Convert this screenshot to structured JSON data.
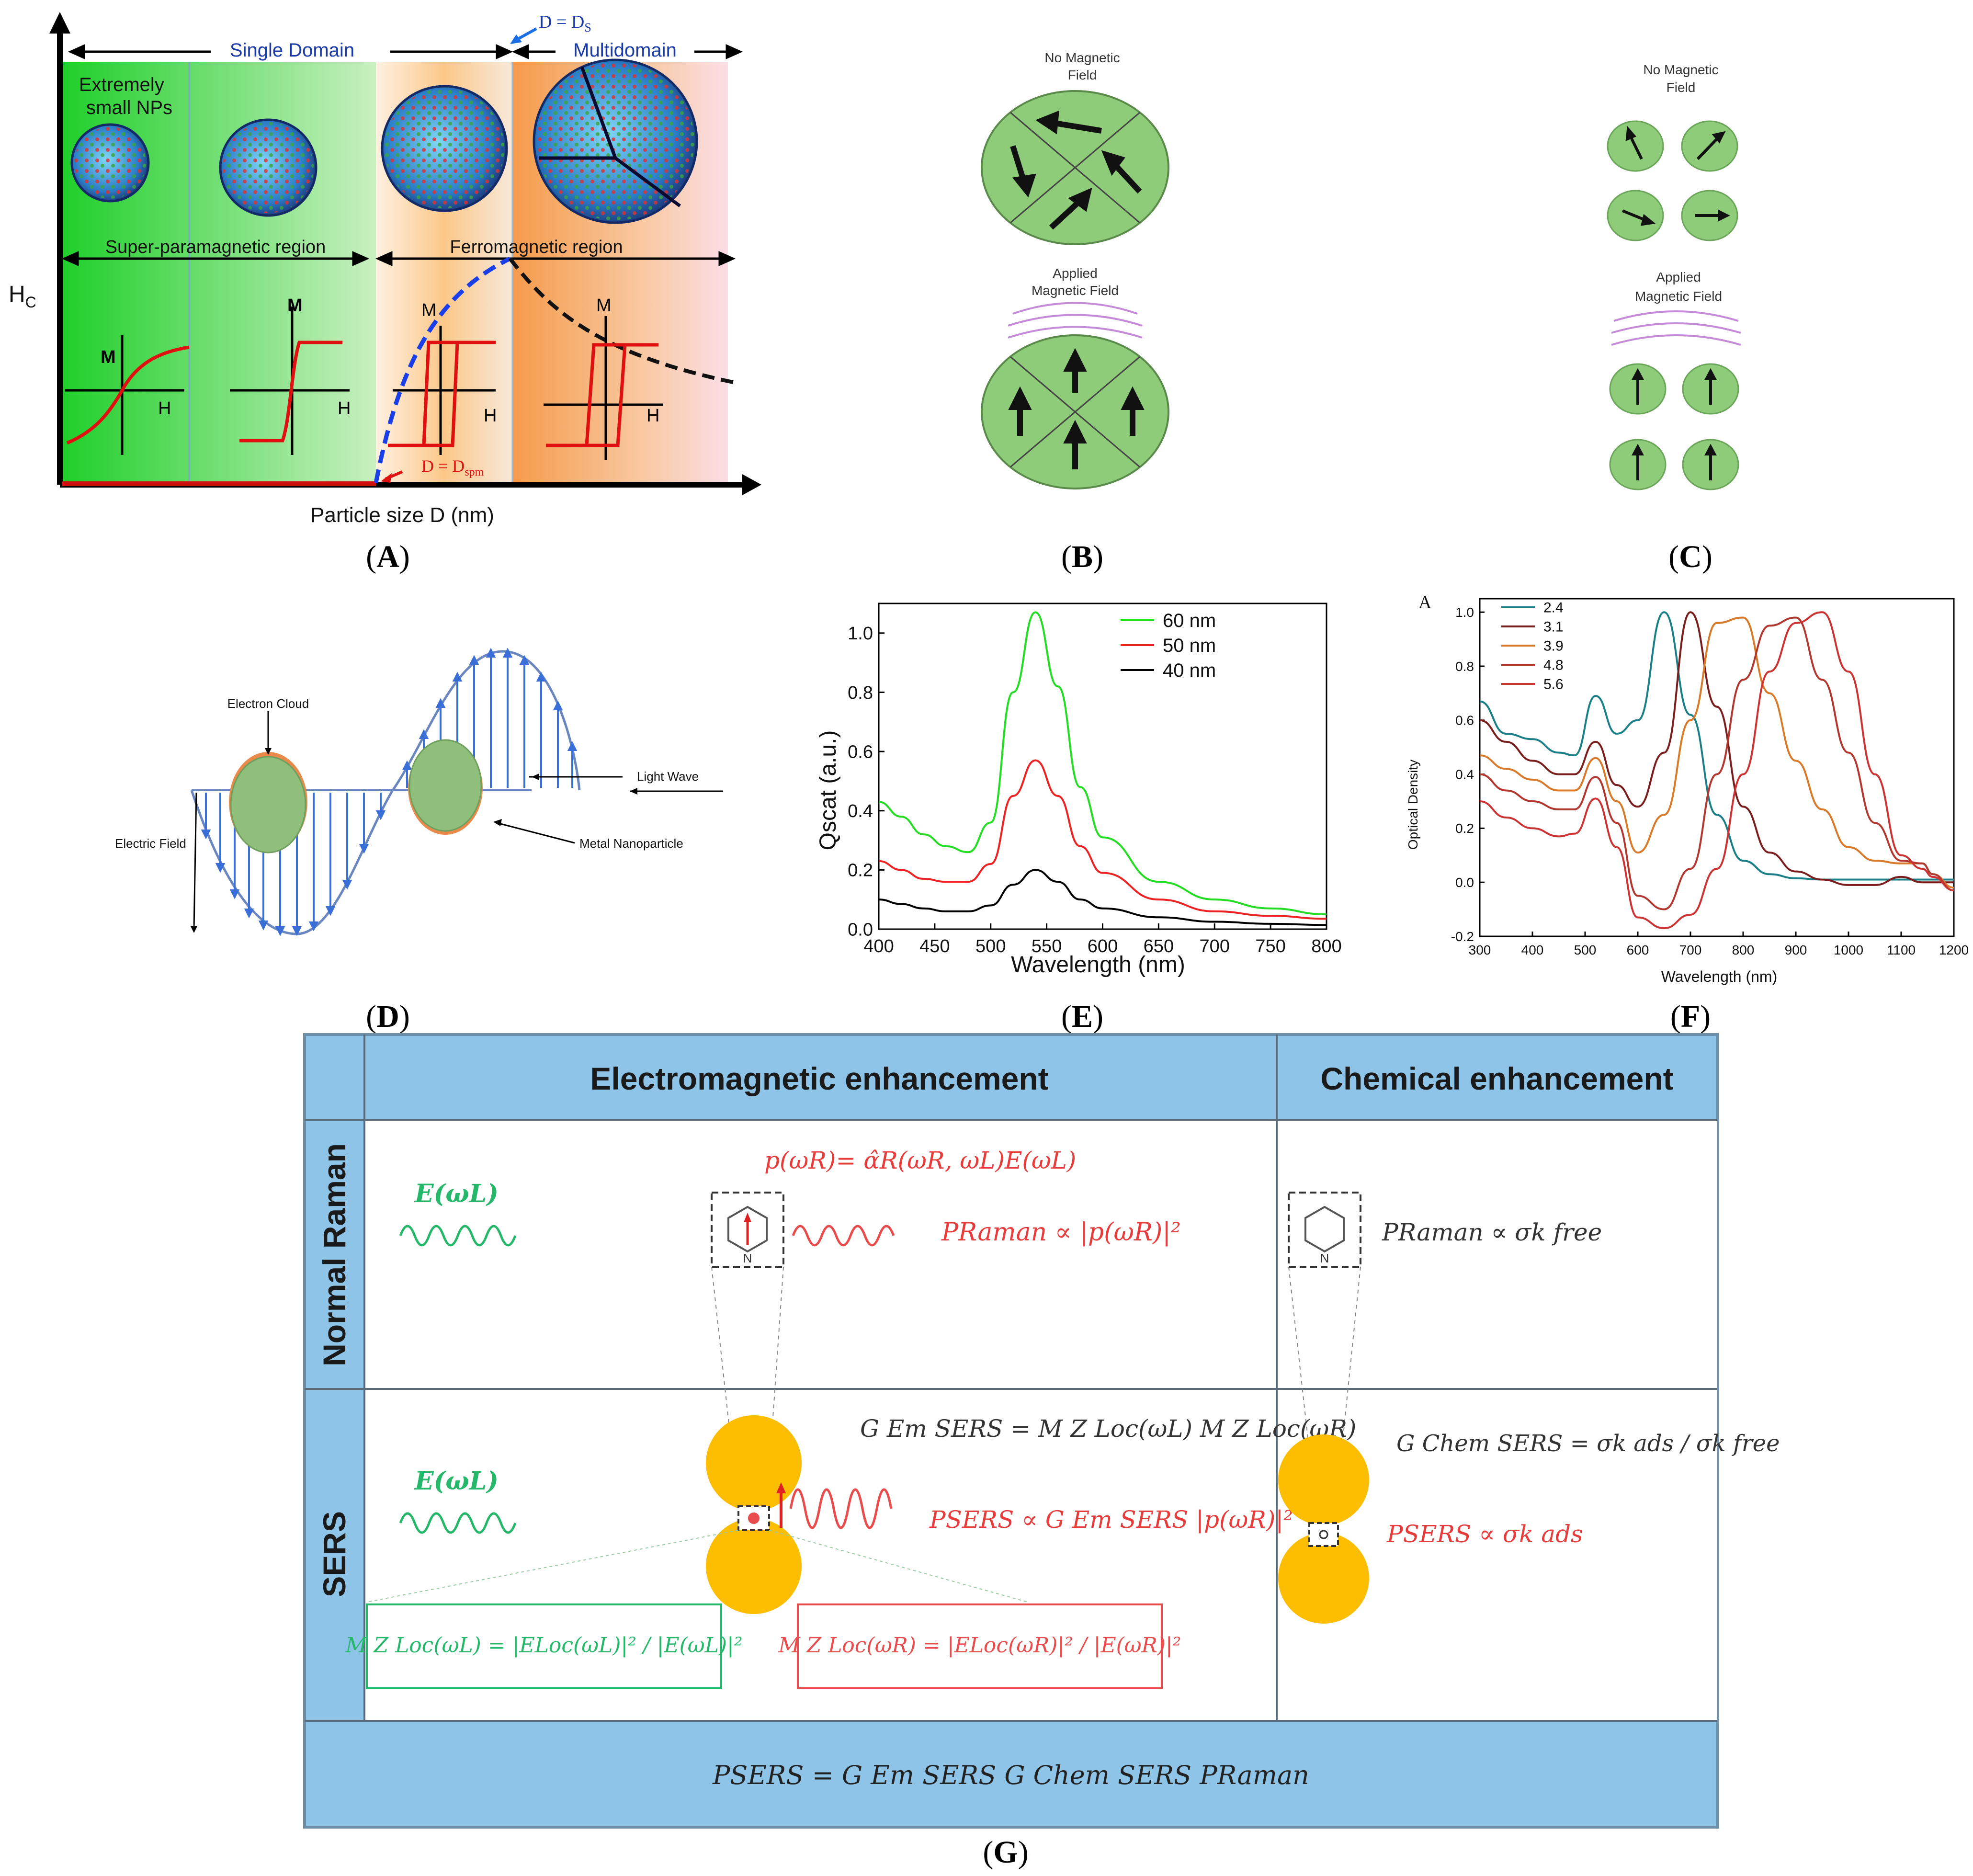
{
  "panel_a": {
    "label": "A",
    "yaxis_label": "H",
    "yaxis_sub": "C",
    "xaxis_label": "Particle size D (nm)",
    "single_domain": "Single Domain",
    "multidomain": "Multidomain",
    "ds_label": "D = D",
    "ds_sub": "S",
    "dspm_label": "D = D",
    "dspm_sub": "spm",
    "extremely_small_1": "Extremely",
    "extremely_small_2": "small NPs",
    "superpara_region": "Super-paramagnetic region",
    "ferro_region": "Ferromagnetic region",
    "axis_m": "M",
    "axis_h": "H"
  },
  "panel_b": {
    "label": "B",
    "no_field_1": "No Magnetic",
    "no_field_2": "Field",
    "applied_1": "Applied",
    "applied_2": "Magnetic Field"
  },
  "panel_c": {
    "label": "C",
    "no_field_1": "No Magnetic",
    "no_field_2": "Field",
    "applied_1": "Applied",
    "applied_2": "Magnetic Field"
  },
  "panel_d": {
    "label": "D",
    "electron_cloud": "Electron Cloud",
    "light_wave": "Light Wave",
    "electric_field": "Electric Field",
    "metal_np": "Metal Nanoparticle"
  },
  "panel_e": {
    "label": "E",
    "chart_data": {
      "type": "line",
      "xlabel": "Wavelength (nm)",
      "ylabel": "Qscat (a.u.)",
      "xlim": [
        400,
        800
      ],
      "ylim": [
        0.0,
        1.1
      ],
      "xticks": [
        "400",
        "450",
        "500",
        "550",
        "600",
        "650",
        "700",
        "750",
        "800"
      ],
      "yticks": [
        "0.0",
        "0.2",
        "0.4",
        "0.6",
        "0.8",
        "1.0"
      ],
      "x": [
        400,
        420,
        440,
        460,
        480,
        500,
        520,
        540,
        560,
        580,
        600,
        650,
        700,
        750,
        800
      ],
      "series": [
        {
          "name": "60 nm",
          "color": "#22dd22",
          "values": [
            0.43,
            0.38,
            0.32,
            0.28,
            0.26,
            0.36,
            0.8,
            1.07,
            0.82,
            0.48,
            0.31,
            0.16,
            0.1,
            0.07,
            0.05
          ]
        },
        {
          "name": "50 nm",
          "color": "#ee2222",
          "values": [
            0.23,
            0.2,
            0.17,
            0.16,
            0.16,
            0.22,
            0.45,
            0.57,
            0.45,
            0.28,
            0.19,
            0.1,
            0.06,
            0.045,
            0.035
          ]
        },
        {
          "name": "40 nm",
          "color": "#000000",
          "values": [
            0.1,
            0.085,
            0.07,
            0.06,
            0.06,
            0.08,
            0.15,
            0.2,
            0.16,
            0.1,
            0.07,
            0.04,
            0.025,
            0.018,
            0.014
          ]
        }
      ],
      "legend_position": "top-right"
    }
  },
  "panel_f": {
    "label": "F",
    "corner_letter": "A",
    "chart_data": {
      "type": "line",
      "xlabel": "Wavelength (nm)",
      "ylabel": "Optical Density",
      "xlim": [
        300,
        1200
      ],
      "ylim": [
        -0.2,
        1.05
      ],
      "xticks": [
        "300",
        "400",
        "500",
        "600",
        "700",
        "800",
        "900",
        "1000",
        "1100",
        "1200"
      ],
      "yticks": [
        "-0.2",
        "0.0",
        "0.2",
        "0.4",
        "0.6",
        "0.8",
        "1.0"
      ],
      "x": [
        300,
        350,
        400,
        450,
        480,
        520,
        560,
        600,
        650,
        700,
        750,
        800,
        850,
        900,
        950,
        1000,
        1050,
        1100,
        1140,
        1160,
        1200
      ],
      "series": [
        {
          "name": "2.4",
          "color": "#1a7f86",
          "values": [
            0.67,
            0.55,
            0.53,
            0.48,
            0.47,
            0.69,
            0.55,
            0.6,
            1.0,
            0.62,
            0.25,
            0.08,
            0.03,
            0.015,
            0.01,
            0.01,
            0.01,
            0.01,
            0.01,
            0.01,
            0.01
          ]
        },
        {
          "name": "3.1",
          "color": "#7a1d1d",
          "values": [
            0.6,
            0.52,
            0.45,
            0.4,
            0.4,
            0.52,
            0.36,
            0.28,
            0.48,
            1.0,
            0.65,
            0.28,
            0.11,
            0.04,
            0.01,
            -0.01,
            -0.01,
            0.02,
            0.0,
            0.0,
            0.0
          ]
        },
        {
          "name": "3.9",
          "color": "#d97a2a",
          "values": [
            0.47,
            0.42,
            0.38,
            0.34,
            0.34,
            0.46,
            0.3,
            0.11,
            0.25,
            0.6,
            0.96,
            0.98,
            0.7,
            0.45,
            0.27,
            0.13,
            0.08,
            0.07,
            0.07,
            0.03,
            -0.02
          ]
        },
        {
          "name": "4.8",
          "color": "#b2372f",
          "values": [
            0.4,
            0.34,
            0.3,
            0.27,
            0.27,
            0.39,
            0.22,
            -0.05,
            -0.1,
            0.05,
            0.4,
            0.75,
            0.95,
            0.98,
            0.75,
            0.48,
            0.22,
            0.08,
            0.07,
            0.03,
            -0.03
          ]
        },
        {
          "name": "5.6",
          "color": "#cc3333",
          "values": [
            0.3,
            0.24,
            0.2,
            0.17,
            0.18,
            0.31,
            0.13,
            -0.13,
            -0.17,
            -0.12,
            0.05,
            0.4,
            0.78,
            0.96,
            1.0,
            0.78,
            0.4,
            0.1,
            0.05,
            0.02,
            -0.03
          ]
        }
      ],
      "legend_position": "top-left"
    }
  },
  "panel_g": {
    "label": "G",
    "col_em": "Electromagnetic enhancement",
    "col_chem": "Chemical enhancement",
    "row_normal": "Normal Raman",
    "row_sers": "SERS",
    "pyridine_n": "N",
    "eq_p_omega_r": "p(ωR)= α̂R(ωR, ωL)E(ωL)",
    "eq_e_omega_l": "E(ωL)",
    "eq_p_raman_em": "PRaman ∝ |p(ωR)|²",
    "eq_p_raman_chem": "PRaman ∝ σk free",
    "eq_g_em": "G Em SERS = M Z Loc(ωL) M Z Loc(ωR)",
    "eq_e_omega_l_sers": "E(ωL)",
    "eq_p_sers_em": "PSERS ∝ G Em SERS |p(ωR)|²",
    "eq_g_chem": "G Chem SERS = σk ads / σk free",
    "eq_p_sers_chem": "PSERS ∝ σk ads",
    "eq_m_loc_l": "M Z Loc(ωL) = |ELoc(ωL)|² / |E(ωL)|²",
    "eq_m_loc_r": "M Z Loc(ωR) = |ELoc(ωR)|² / |E(ωR)|²",
    "eq_total": "PSERS = G Em SERS G Chem SERS PRaman"
  }
}
